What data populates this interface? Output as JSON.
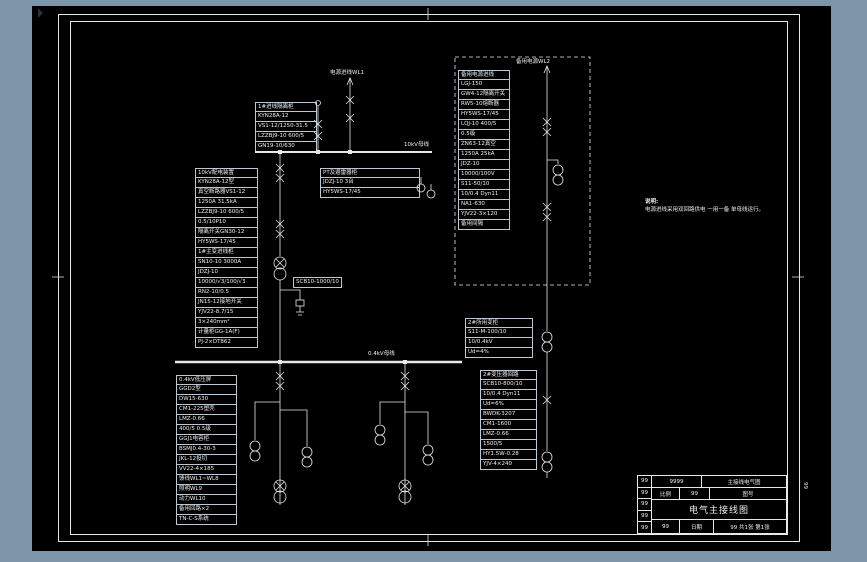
{
  "app": {
    "frame_color": "#7c95a9",
    "canvas_color": "#000000",
    "line_color": "#e8e8e8"
  },
  "drawing": {
    "busbars": [
      {
        "label": "10kV母线"
      },
      {
        "label": "0.4kV母线"
      }
    ],
    "incoming_label": "电源进线WL1",
    "spare_label": "备用电源WL2",
    "transformer_label": "SCB10-1000/10",
    "side_mark": "99",
    "notes": {
      "heading": "说明:",
      "line": "电源进线采用双回路供电 一用一备 单母线运行。"
    }
  },
  "stacks": {
    "top_center": [
      "1#进线隔离柜",
      "KYN28A-12",
      "VS1-12/1250-31.5",
      "LZZBJ9-10 600/5",
      "GN19-10/630"
    ],
    "mid_left": [
      "10kV配电装置",
      "KYN28A-12型",
      "真空断路器VS1-12",
      "1250A 31.5kA",
      "LZZBJ9-10 600/5",
      "0.5/10P10",
      "隔离开关GN30-12",
      "HY5WS-17/45",
      "1#主变进线柜",
      "SN10-10 3000A",
      "JDZJ-10",
      "10000/√3/100/√3",
      "RN2-10/0.5",
      "JN15-12接地开关",
      "YJV22-8.7/15",
      "3×240mm²",
      "计量柜GG-1A(F)",
      "PJ-2×DT862"
    ],
    "top_mid": [
      "PT及避雷器柜",
      "JDZJ-10 3台",
      "HY5WS-17/45"
    ],
    "dashed": [
      "备用电源进线",
      "LGJ-150",
      "GW4-12隔离开关",
      "RW5-10熔断器",
      "HY5WS-17/45",
      "LQJ-10 400/5",
      "0.5级",
      "ZN63-12真空",
      "1250A 25kA",
      "JDZ-10",
      "10000/100V",
      "S11-50/10",
      "10/0.4 Dyn11",
      "NA1-630",
      "YJV22-3×120",
      "备用间隔"
    ],
    "mid_right": [
      "2#所用变柜",
      "S11-M-100/10",
      "10/0.4kV",
      "Ud=4%"
    ],
    "bottom_left": [
      "0.4kV低压屏",
      "GGD2型",
      "DW15-630",
      "CM1-225塑壳",
      "LMZ-0.66",
      "400/5 0.5级",
      "GGJ1电容柜",
      "BSMJ0.4-30-3",
      "JKL-12投切",
      "VV22-4×185",
      "馈线WL1~WL8",
      "照明WL9",
      "动力WL10",
      "备用回路×2",
      "TN-C-S系统"
    ],
    "bottom_right": [
      "2#变压器回路",
      "SCB10-800/10",
      "10/0.4 Dyn11",
      "Ud=6%",
      "BWDK-3207",
      "CM1-1600",
      "LMZ-0.66",
      "1500/5",
      "HY1.5W-0.28",
      "YJV-4×240"
    ]
  },
  "title_block": {
    "col_labels": [
      "99",
      "99",
      "99",
      "99",
      "99"
    ],
    "top_code": "9999",
    "top_name": "主接线电气图",
    "scale_label": "比例",
    "scale_value": "99",
    "sheet_label": "图号",
    "main_title": "电气主接线图",
    "bottom_cells": [
      "99",
      "日期",
      "99 共1张 第1张"
    ]
  }
}
